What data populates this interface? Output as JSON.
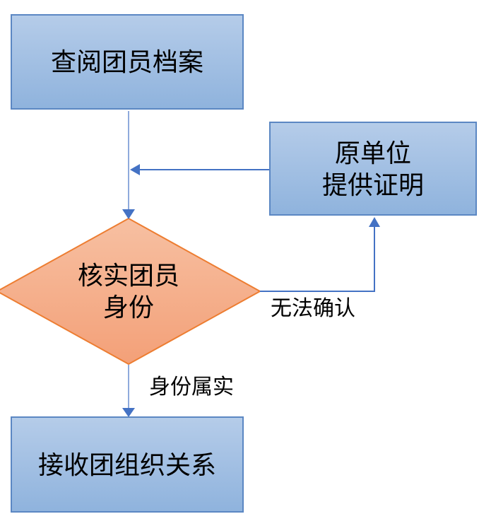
{
  "diagram": {
    "type": "flowchart",
    "nodes": {
      "review": {
        "type": "process",
        "label": "查阅团员档案"
      },
      "provide": {
        "type": "process",
        "line1": "原单位",
        "line2": "提供证明"
      },
      "verify": {
        "type": "decision",
        "line1": "核实团员",
        "line2": "身份"
      },
      "accept": {
        "type": "process",
        "label": "接收团组织关系"
      }
    },
    "edges": [
      {
        "from": "review",
        "to": "verify",
        "label": ""
      },
      {
        "from": "provide",
        "to": "review-verify-line",
        "label": ""
      },
      {
        "from": "verify",
        "to": "provide",
        "label": "无法确认"
      },
      {
        "from": "verify",
        "to": "accept",
        "label": "身份属实"
      }
    ]
  },
  "colors": {
    "background": "#ffffff",
    "process_fill_top": "#b5cce9",
    "process_fill_bottom": "#8fb3dd",
    "process_border": "#5b87c3",
    "decision_fill_top": "#f7c0a2",
    "decision_fill_bottom": "#f3a078",
    "decision_border": "#ed7d31",
    "connector": "#4472c4",
    "connector_light": "#8faadc",
    "text": "#000000"
  }
}
